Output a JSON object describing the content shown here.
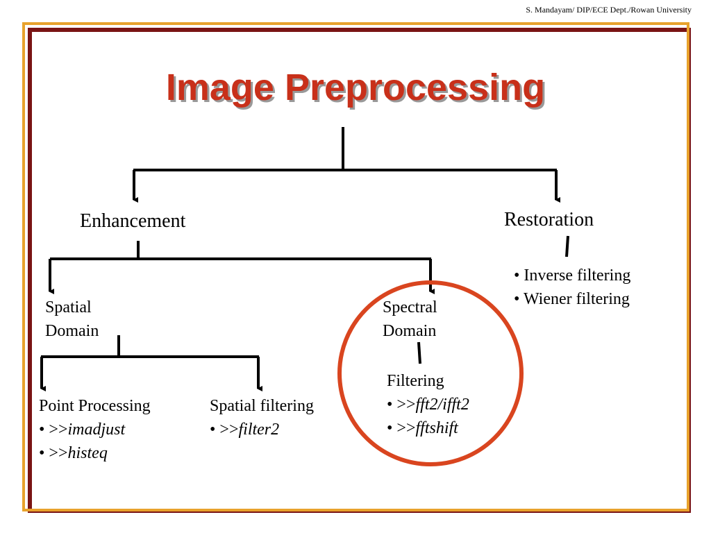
{
  "credit": "S. Mandayam/ DIP/ECE Dept./Rowan University",
  "title": "Image Preprocessing",
  "colors": {
    "title": "#c8301a",
    "highlight_circle": "#d9451f",
    "frame_outer": "#7a1414",
    "frame_inner": "#e8a22c"
  },
  "enhancement": {
    "label": "Enhancement",
    "spatial": {
      "line1": "Spatial",
      "line2": "Domain",
      "point_processing": {
        "label": "Point Processing",
        "items": [
          {
            "bullet": "• >>",
            "cmd": "imadjust"
          },
          {
            "bullet": "• >>",
            "cmd": "histeq"
          }
        ]
      },
      "spatial_filtering": {
        "label": "Spatial filtering",
        "items": [
          {
            "bullet": "• >>",
            "cmd": "filter2"
          }
        ]
      }
    },
    "spectral": {
      "line1": "Spectral",
      "line2": "Domain",
      "filtering": {
        "label": "Filtering",
        "items": [
          {
            "bullet": "• >>",
            "cmd": "fft2/ifft2"
          },
          {
            "bullet": "• >>",
            "cmd": "fftshift"
          }
        ]
      }
    }
  },
  "restoration": {
    "label": "Restoration",
    "items": [
      "• Inverse filtering",
      "• Wiener filtering"
    ]
  }
}
